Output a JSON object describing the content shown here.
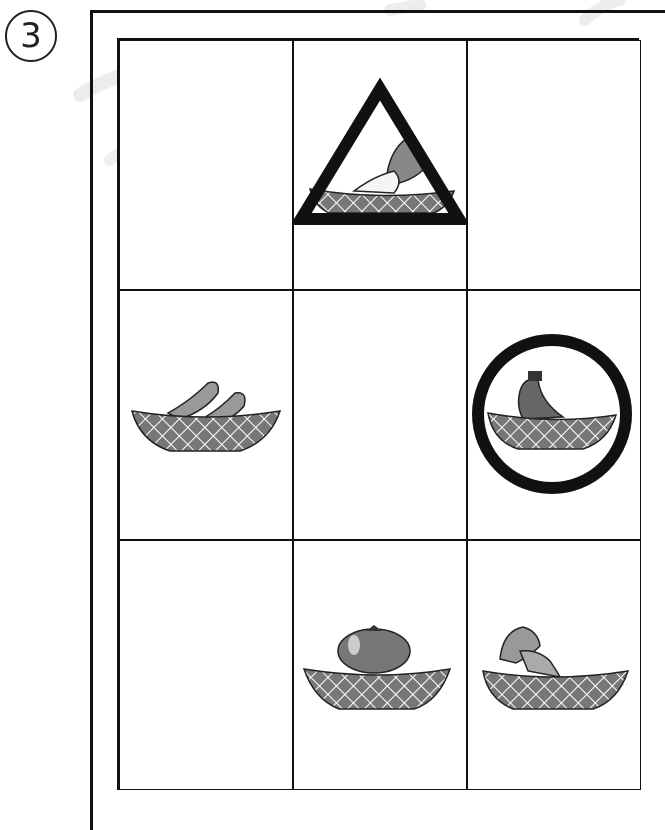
{
  "problem": {
    "number": "3"
  },
  "grid": {
    "rows": 3,
    "cols": 3,
    "cells": [
      {
        "row": 1,
        "col": 1,
        "content": "empty"
      },
      {
        "row": 1,
        "col": 2,
        "content": "daikon-basket",
        "mark": "triangle"
      },
      {
        "row": 1,
        "col": 3,
        "content": "empty"
      },
      {
        "row": 2,
        "col": 1,
        "content": "edamame-basket"
      },
      {
        "row": 2,
        "col": 2,
        "content": "empty"
      },
      {
        "row": 2,
        "col": 3,
        "content": "eggplant-basket",
        "mark": "circle"
      },
      {
        "row": 3,
        "col": 1,
        "content": "empty"
      },
      {
        "row": 3,
        "col": 2,
        "content": "tomato-basket"
      },
      {
        "row": 3,
        "col": 3,
        "content": "carrot-basket"
      }
    ]
  },
  "colors": {
    "line": "#111111",
    "basket": "#7a7a7a",
    "veg": "#8c8c8c",
    "background": "#ffffff"
  }
}
